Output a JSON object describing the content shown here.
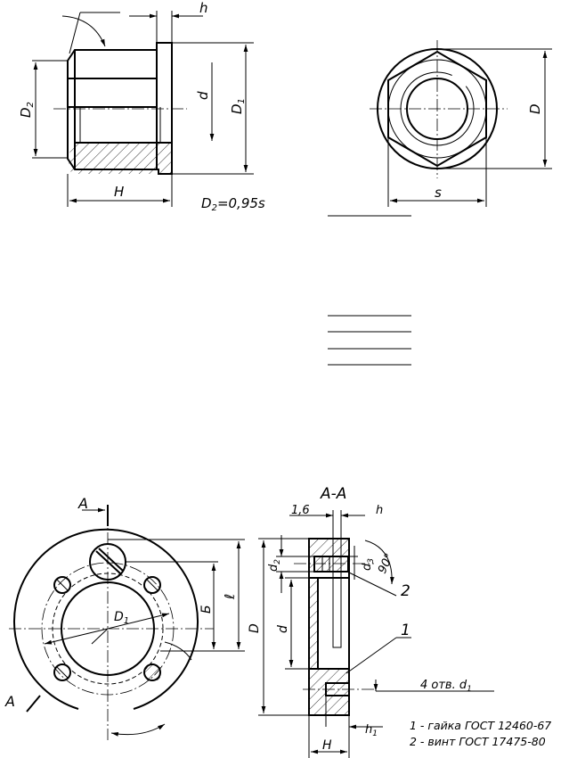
{
  "nut_side": {
    "h": "h",
    "d": "d",
    "D1": "D",
    "D1_sub": "1",
    "D2": "D",
    "D2_sub": "2",
    "H": "H",
    "formula_pre": "D",
    "formula_sub": "2",
    "formula_post": "=0,95s"
  },
  "nut_top": {
    "D": "D",
    "s": "s"
  },
  "assembly": {
    "section_label": "A-A",
    "arrow_A": "A",
    "dim_1_6": "1,6",
    "h": "h",
    "d2": "d",
    "d2_sub": "2",
    "d3": "d",
    "d3_sub": "3",
    "angle": "90°",
    "callout_2": "2",
    "callout_1": "1",
    "D": "D",
    "d": "d",
    "holes_note": "4  отв. d",
    "holes_sub": "1",
    "h1": "h",
    "h1_sub": "1",
    "H": "H",
    "b": "Б",
    "l": "ℓ",
    "D1": "D",
    "D1_sub": "1",
    "legend_1": "1 - гайка ГОСТ 12460-67",
    "legend_2": "2 - винт ГОСТ 17475-80"
  }
}
